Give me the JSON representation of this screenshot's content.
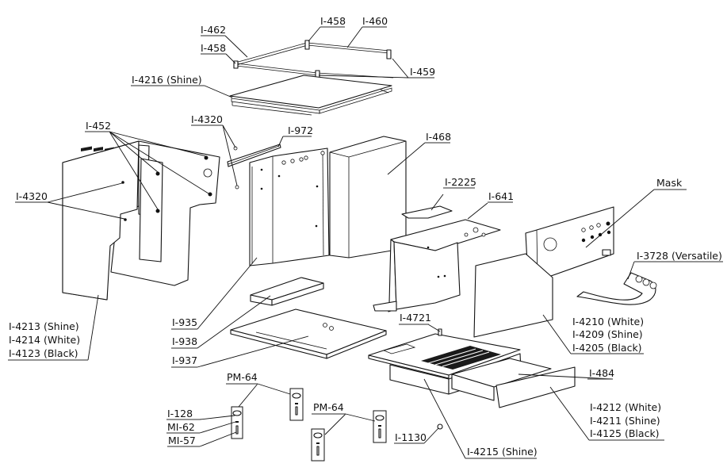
{
  "diagram": {
    "labels": {
      "i458_top": "I-458",
      "i460": "I-460",
      "i462": "I-462",
      "i458_left": "I-458",
      "i459": "I-459",
      "i4216": "I-4216 (Shine)",
      "i4320_top": "I-4320",
      "i972": "I-972",
      "i452": "I-452",
      "i468": "I-468",
      "i4320_left": "I-4320",
      "i2225": "I-2225",
      "i641": "I-641",
      "mask": "Mask",
      "i3728": "I-3728 (Versatile)",
      "i4213": "I-4213 (Shine)",
      "i4214": "I-4214 (White)",
      "i4123": "I-4123 (Black)",
      "i935": "I-935",
      "i938": "I-938",
      "i937": "I-937",
      "i4721": "I-4721",
      "i4210": "I-4210 (White)",
      "i4209": "I-4209 (Shine)",
      "i4205": "I-4205 (Black)",
      "i484": "I-484",
      "pm64_left": "PM-64",
      "pm64_right": "PM-64",
      "i128": "I-128",
      "mi62": "MI-62",
      "mi57": "MI-57",
      "i1130": "I-1130",
      "i4212": "I-4212 (White)",
      "i4211": "I-4211 (Shine)",
      "i4125": "I-4125 (Black)",
      "i4215": "I-4215 (Shine)"
    }
  }
}
